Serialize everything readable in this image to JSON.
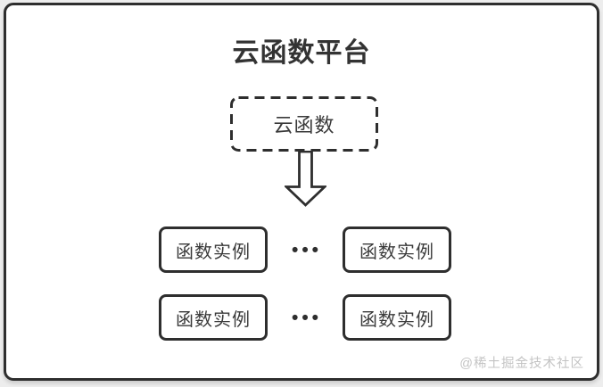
{
  "diagram": {
    "title": "云函数平台",
    "cloud_function_box": {
      "label": "云函数"
    },
    "rows": [
      {
        "left": "函数实例",
        "dots": "•••",
        "right": "函数实例"
      },
      {
        "left": "函数实例",
        "dots": "•••",
        "right": "函数实例"
      }
    ],
    "watermark": "@稀土掘金技术社区",
    "colors": {
      "stroke": "#2e2e2e",
      "panel_background": "#ffffff",
      "page_background": "#ededed",
      "title_text": "#333333",
      "watermark_text": "#c4c4c4"
    }
  }
}
